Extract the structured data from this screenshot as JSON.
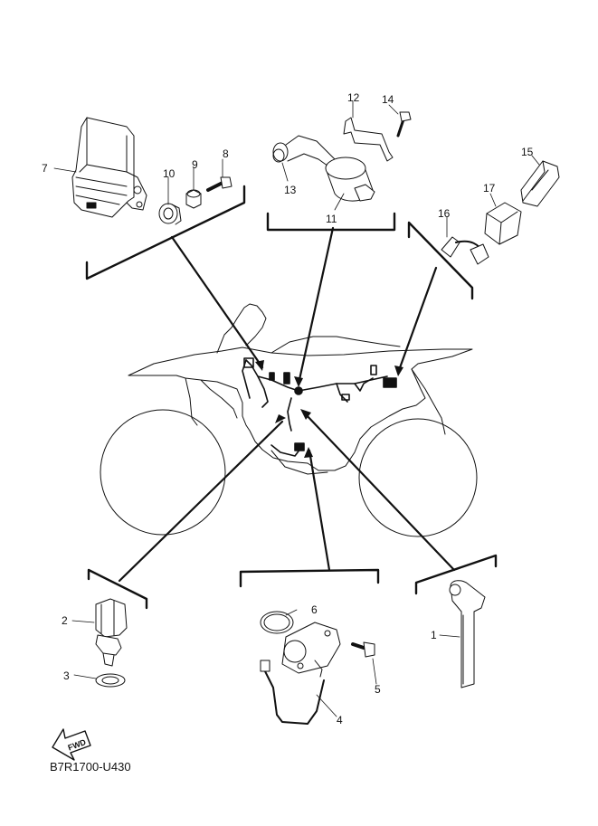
{
  "diagram_code": "B7R1700-U430",
  "fwd_label": "FWD",
  "callouts": [
    "1",
    "2",
    "3",
    "4",
    "5",
    "6",
    "7",
    "8",
    "9",
    "10",
    "11",
    "12",
    "13",
    "14",
    "15",
    "16",
    "17"
  ],
  "colors": {
    "line": "#111111",
    "fill": "#ffffff"
  }
}
